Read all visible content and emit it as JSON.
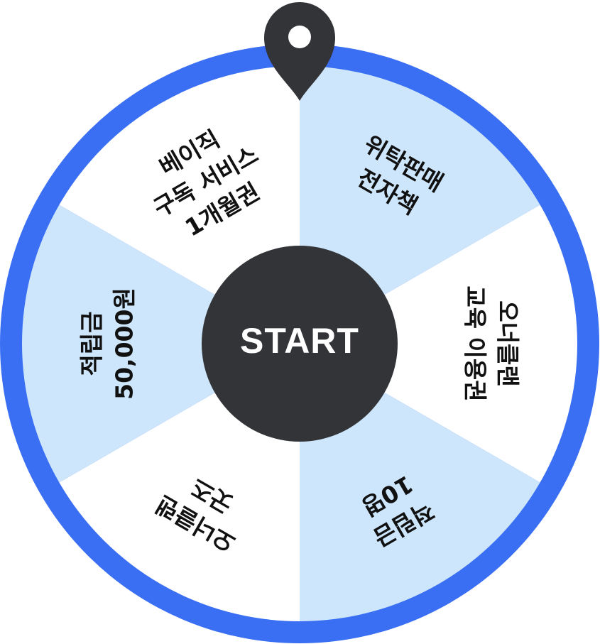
{
  "colors": {
    "ring": "#3a6ff3",
    "segment_blue": "#cde6fb",
    "segment_white": "#ffffff",
    "hub": "#323438",
    "pointer": "#323438"
  },
  "wheel": {
    "start_label": "START",
    "segments": [
      {
        "lines": [
          "위탁판매",
          "전자책"
        ],
        "fill": "blue"
      },
      {
        "lines": [
          "오너클랜",
          "교육 이용권"
        ],
        "fill": "white"
      },
      {
        "lines": [
          "적립금",
          "10명"
        ],
        "fill": "blue"
      },
      {
        "lines": [
          "오너클랜",
          "굿즈"
        ],
        "fill": "white"
      },
      {
        "lines": [
          "적립금",
          "50,000원"
        ],
        "fill": "blue"
      },
      {
        "lines": [
          "베이직",
          "구독 서비스",
          "1개월권"
        ],
        "fill": "white"
      }
    ]
  },
  "pointer": {
    "icon": "map-pin-icon"
  }
}
